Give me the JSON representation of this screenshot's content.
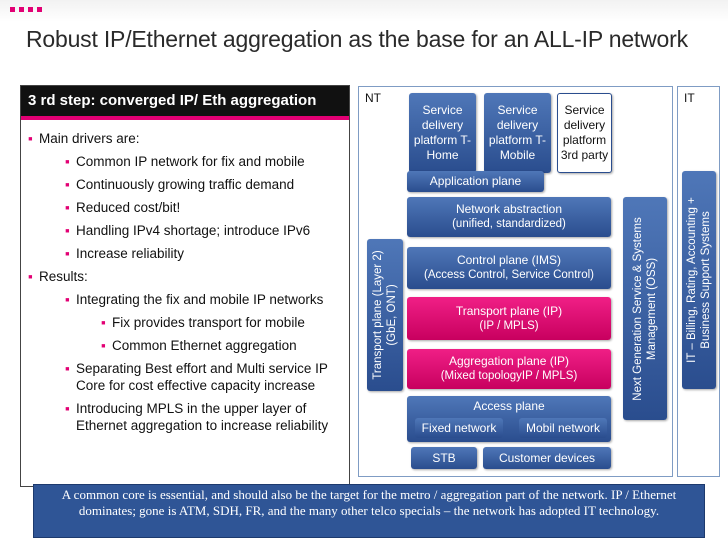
{
  "title": "Robust  IP/Ethernet aggregation as the base for an ALL-IP network",
  "left": {
    "heading": "3 rd step: converged IP/ Eth aggregation",
    "items": [
      {
        "level": 1,
        "text": "Main drivers are:"
      },
      {
        "level": 2,
        "text": "Common IP network for fix and mobile"
      },
      {
        "level": 2,
        "text": "Continuously growing traffic demand"
      },
      {
        "level": 2,
        "text": "Reduced cost/bit!"
      },
      {
        "level": 2,
        "text": "Handling IPv4 shortage; introduce IPv6"
      },
      {
        "level": 2,
        "text": "Increase reliability"
      },
      {
        "level": 1,
        "text": "Results:"
      },
      {
        "level": 2,
        "text": "Integrating the fix and mobile IP networks"
      },
      {
        "level": 3,
        "text": "Fix provides transport for mobile"
      },
      {
        "level": 3,
        "text": "Common Ethernet aggregation"
      },
      {
        "level": 2,
        "text": "Separating Best effort and Multi service IP Core for cost effective capacity increase"
      },
      {
        "level": 2,
        "text": "Introducing MPLS in the upper layer of Ethernet aggregation to increase reliability"
      }
    ]
  },
  "diagram": {
    "nt_label": "NT",
    "it_label": "IT",
    "sdp_thome": "Service delivery platform T-Home",
    "sdp_tmobile": "Service delivery platform T-Mobile",
    "sdp_3rd": "Service delivery platform 3rd party",
    "application_plane": "Application plane",
    "network_abstraction": "Network abstraction",
    "network_abstraction_sub": "(unified, standardized)",
    "control_plane": "Control plane (IMS)",
    "control_plane_sub": "(Access Control, Service Control)",
    "transport_plane": "Transport plane (IP)",
    "transport_plane_sub": "(IP / MPLS)",
    "aggregation_plane": "Aggregation plane (IP)",
    "aggregation_plane_sub": "(Mixed topologyIP / MPLS)",
    "access_plane": "Access plane",
    "fixed_network": "Fixed network",
    "mobil_network": "Mobil network",
    "stb": "STB",
    "customer_devices": "Customer devices",
    "transport_l2": "Transport plane (Layer 2)",
    "transport_l2_sub": "(GbE, ONT)",
    "oss_line1": "Next Generation Service & Systems",
    "oss_line2": "Management (OSS)",
    "bss_line1": "IT – Billing, Rating, Accounting +",
    "bss_line2": "Business Support Systems"
  },
  "caption": "A common core is essential, and  should also be the target for the metro / aggregation part of the network.  IP / Ethernet dominates; gone is ATM, SDH, FR, and the many other telco specials – the network has adopted IT technology.",
  "colors": {
    "accent": "#e20074",
    "blue": "#2a4d8e"
  }
}
